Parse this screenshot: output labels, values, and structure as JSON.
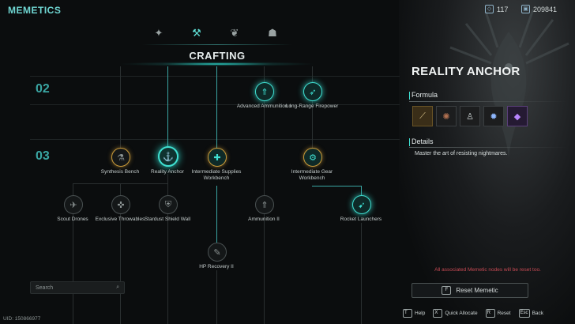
{
  "header": {
    "title": "MEMETICS",
    "resource_1_value": "117",
    "resource_2_value": "209841"
  },
  "tabs": [
    {
      "icon": "mutation-icon"
    },
    {
      "icon": "crafting-icon",
      "active": true
    },
    {
      "icon": "tree-icon"
    },
    {
      "icon": "brain-icon"
    }
  ],
  "section_title": "CRAFTING",
  "rows": [
    {
      "label": "02"
    },
    {
      "label": "03"
    }
  ],
  "nodes": {
    "advanced_ammunition": "Advanced Ammunition I",
    "long_range_firepower": "Long-Range Firepower",
    "synthesis_bench": "Synthesis Bench",
    "reality_anchor": "Reality Anchor",
    "intermediate_supplies": "Intermediate Supplies Workbench",
    "intermediate_gear": "Intermediate Gear Workbench",
    "scout_drones": "Scout Drones",
    "exclusive_throwables": "Exclusive Throwables",
    "stardust_shield_wall": "Stardust Shield Wall",
    "ammunition_2": "Ammunition II",
    "rocket_launchers": "Rocket Launchers",
    "hp_recovery_2": "HP Recovery II"
  },
  "search": {
    "placeholder": "Search"
  },
  "uid": "UID: 150866977",
  "detail_panel": {
    "title": "REALITY ANCHOR",
    "formula_heading": "Formula",
    "formula_items": [
      "blade-icon",
      "gear-icon",
      "vial-icon",
      "orb-icon",
      "crystal-icon"
    ],
    "details_heading": "Details",
    "details_text": "Master the art of resisting nightmares.",
    "warning": "All associated Memetic nodes will be reset too.",
    "reset_key": "F",
    "reset_label": "Reset Memetic"
  },
  "hints": [
    {
      "key": "T",
      "label": "Help"
    },
    {
      "key": "X",
      "label": "Quick Allocate"
    },
    {
      "key": "R",
      "label": "Reset"
    },
    {
      "key": "Esc",
      "label": "Back"
    }
  ],
  "colors": {
    "accent": "#3fe0d2",
    "warning": "#c84a54",
    "gold": "#c99a3a"
  }
}
